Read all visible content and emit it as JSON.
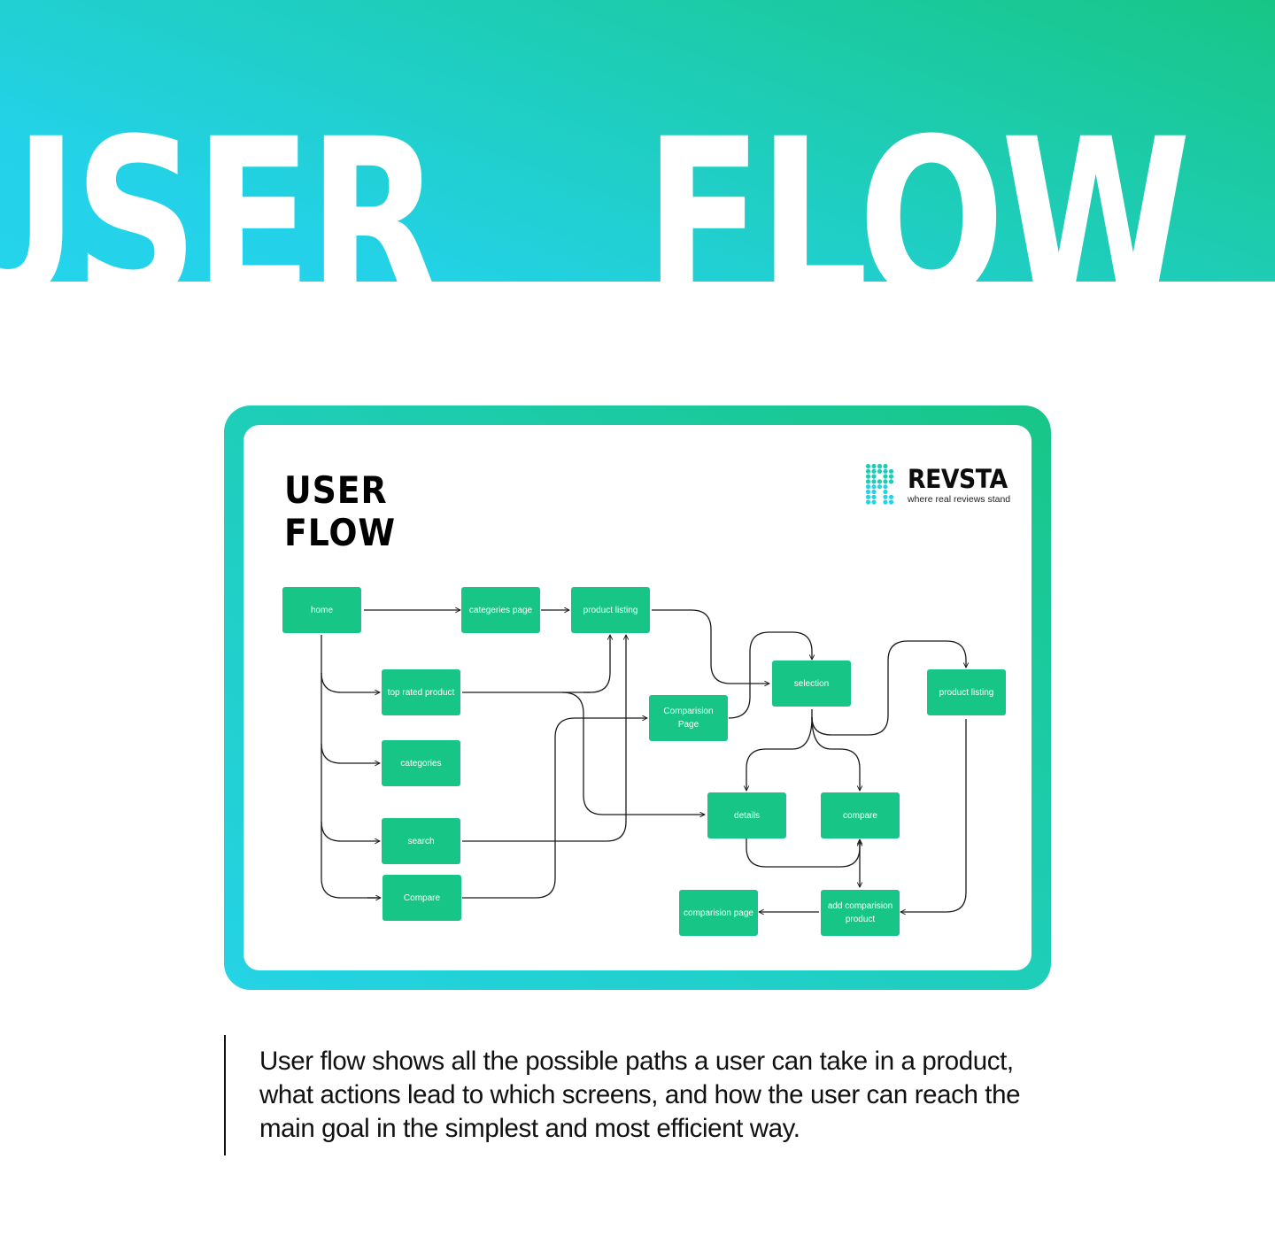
{
  "hero": {
    "words": [
      "USER",
      "FLOW"
    ],
    "gradient_colors": [
      "#25d4ec",
      "#17c686"
    ]
  },
  "card": {
    "title_lines": [
      "USER",
      "FLOW"
    ],
    "frame_colors": [
      "#24d3e6",
      "#17c686"
    ],
    "logo": {
      "name": "REVSTA",
      "tagline": "where real reviews stand",
      "icon": "dotted-r-icon",
      "color": "#1ecdb4"
    }
  },
  "flow": {
    "node_color": "#17c686",
    "nodes": [
      {
        "id": "home",
        "label": "home"
      },
      {
        "id": "categeries-page",
        "label": "categeries page"
      },
      {
        "id": "product-listing-1",
        "label": "product listing"
      },
      {
        "id": "top-rated-product",
        "label": "top rated product"
      },
      {
        "id": "categories",
        "label": "categories"
      },
      {
        "id": "search",
        "label": "search"
      },
      {
        "id": "compare-home",
        "label": "Compare"
      },
      {
        "id": "comparision-page-1",
        "label": "Comparision Page"
      },
      {
        "id": "selection",
        "label": "selection"
      },
      {
        "id": "product-listing-2",
        "label": "product listing"
      },
      {
        "id": "details",
        "label": "details"
      },
      {
        "id": "compare",
        "label": "compare"
      },
      {
        "id": "comparision-page-2",
        "label": "comparision page"
      },
      {
        "id": "add-comparision-product",
        "label": "add comparision product"
      }
    ],
    "edges": [
      {
        "from": "home",
        "to": "categeries-page"
      },
      {
        "from": "categeries-page",
        "to": "product-listing-1"
      },
      {
        "from": "home",
        "to": "top-rated-product"
      },
      {
        "from": "home",
        "to": "categories"
      },
      {
        "from": "home",
        "to": "search"
      },
      {
        "from": "home",
        "to": "compare-home"
      },
      {
        "from": "top-rated-product",
        "to": "product-listing-1"
      },
      {
        "from": "top-rated-product",
        "to": "details"
      },
      {
        "from": "search",
        "to": "product-listing-1"
      },
      {
        "from": "compare-home",
        "to": "comparision-page-1"
      },
      {
        "from": "product-listing-1",
        "to": "selection"
      },
      {
        "from": "comparision-page-1",
        "to": "selection"
      },
      {
        "from": "selection",
        "to": "product-listing-2"
      },
      {
        "from": "selection",
        "to": "details"
      },
      {
        "from": "selection",
        "to": "compare"
      },
      {
        "from": "details",
        "to": "compare"
      },
      {
        "from": "compare",
        "to": "add-comparision-product",
        "bidirectional": true
      },
      {
        "from": "product-listing-2",
        "to": "add-comparision-product"
      },
      {
        "from": "add-comparision-product",
        "to": "comparision-page-2"
      }
    ]
  },
  "description": "User flow shows all the possible paths a user can take in a product, what actions lead to which screens, and how the user can reach the main goal in the simplest and most efficient way."
}
